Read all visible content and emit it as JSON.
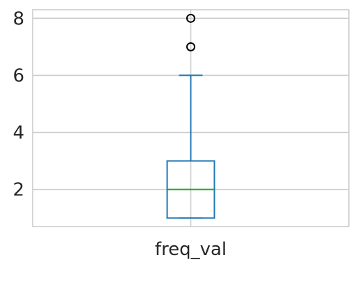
{
  "chart_data": {
    "type": "box",
    "categories": [
      "freq_val"
    ],
    "series": [
      {
        "name": "freq_val",
        "whisker_low": 1,
        "q1": 1,
        "median": 2,
        "q3": 3,
        "whisker_high": 6,
        "outliers": [
          7,
          8
        ]
      }
    ],
    "title": "",
    "xlabel": "",
    "ylabel": "",
    "ylim": [
      0.7,
      8.3
    ],
    "yticks": [
      2,
      4,
      6,
      8
    ],
    "yticks_labels": [
      "2",
      "4",
      "6",
      "8"
    ],
    "grid": true,
    "legend": "none",
    "colors": {
      "box": "#1f77b4",
      "median": "#2ca02c",
      "grid": "#cccccc",
      "spine": "#cccccc",
      "outlier": "#000000"
    }
  }
}
